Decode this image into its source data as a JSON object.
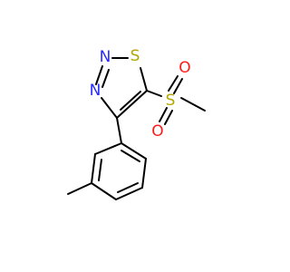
{
  "molecule": {
    "colors": {
      "bond": "#000000",
      "sulfur": "#b3a600",
      "nitrogen": "#2a2aff",
      "oxygen": "#ff1a1a",
      "background": "#ffffff"
    },
    "atoms": {
      "ring_s": {
        "label": "S",
        "element": "sulfur"
      },
      "n_top": {
        "label": "N",
        "element": "nitrogen"
      },
      "n_left": {
        "label": "N",
        "element": "nitrogen"
      },
      "sulfonyl_s": {
        "label": "S",
        "element": "sulfur"
      },
      "o_top": {
        "label": "O",
        "element": "oxygen"
      },
      "o_bottom": {
        "label": "O",
        "element": "oxygen"
      }
    }
  }
}
